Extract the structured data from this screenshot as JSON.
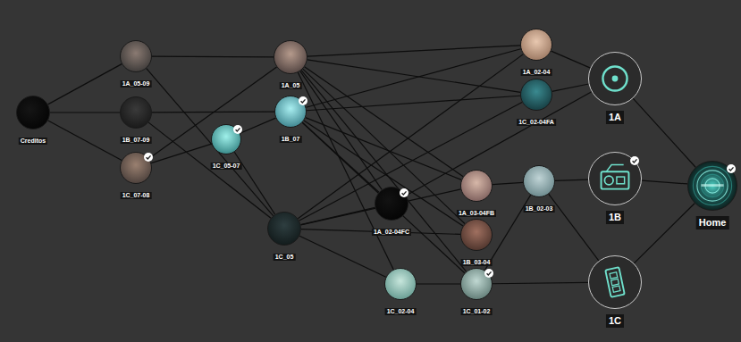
{
  "diagram": {
    "nodes": [
      {
        "text": [
          "Creditos"
        ]
      },
      {
        "text": [
          "1A_05-09"
        ]
      },
      {
        "text": [
          "1B_07-09"
        ]
      },
      {
        "text": [
          "1C_07-08"
        ]
      },
      {
        "text": [
          "1C_05-07"
        ]
      },
      {
        "text": [
          "1A_05"
        ]
      },
      {
        "text": [
          "1B_07"
        ]
      },
      {
        "text": [
          "1C_05"
        ]
      },
      {
        "text": [
          "1A_02-04FC"
        ]
      },
      {
        "text": [
          "1C_02-04"
        ]
      },
      {
        "text": [
          "1A_03-04FB"
        ]
      },
      {
        "text": [
          "1B_03-04"
        ]
      },
      {
        "text": [
          "1C_01-02"
        ]
      },
      {
        "text": [
          "1A_02-04"
        ]
      },
      {
        "text": [
          "1C_02-04FA"
        ]
      },
      {
        "text": [
          "1B_02-03"
        ]
      },
      {
        "text": [
          "1A"
        ]
      },
      {
        "text": [
          "1B"
        ]
      },
      {
        "text": [
          "1C"
        ]
      },
      {
        "text": [
          "Home"
        ]
      }
    ],
    "edges": [
      {
        "from": 0,
        "to": 1,
        "arrow": "none"
      },
      {
        "from": 0,
        "to": 2,
        "arrow": "none"
      },
      {
        "from": 0,
        "to": 3,
        "arrow": "none"
      },
      {
        "from": 1,
        "to": 5,
        "arrow": "none"
      },
      {
        "from": 1,
        "to": 7,
        "arrow": "none"
      },
      {
        "from": 2,
        "to": 6,
        "arrow": "none"
      },
      {
        "from": 2,
        "to": 7,
        "arrow": "none"
      },
      {
        "from": 3,
        "to": 4,
        "arrow": "none"
      },
      {
        "from": 3,
        "to": 5,
        "arrow": "none"
      },
      {
        "from": 4,
        "to": 6,
        "arrow": "none"
      },
      {
        "from": 4,
        "to": 7,
        "arrow": "none"
      },
      {
        "from": 5,
        "to": 13,
        "arrow": "none"
      },
      {
        "from": 5,
        "to": 14,
        "arrow": "none"
      },
      {
        "from": 5,
        "to": 10,
        "arrow": "none"
      },
      {
        "from": 5,
        "to": 11,
        "arrow": "none"
      },
      {
        "from": 5,
        "to": 12,
        "arrow": "none"
      },
      {
        "from": 5,
        "to": 9,
        "arrow": "none"
      },
      {
        "from": 5,
        "to": 8,
        "arrow": "none"
      },
      {
        "from": 6,
        "to": 13,
        "arrow": "none"
      },
      {
        "from": 6,
        "to": 14,
        "arrow": "none"
      },
      {
        "from": 6,
        "to": 10,
        "arrow": "none"
      },
      {
        "from": 6,
        "to": 11,
        "arrow": "none"
      },
      {
        "from": 6,
        "to": 12,
        "arrow": "none"
      },
      {
        "from": 6,
        "to": 8,
        "arrow": "none"
      },
      {
        "from": 7,
        "to": 13,
        "arrow": "none"
      },
      {
        "from": 7,
        "to": 14,
        "arrow": "none"
      },
      {
        "from": 7,
        "to": 10,
        "arrow": "none"
      },
      {
        "from": 7,
        "to": 11,
        "arrow": "none"
      },
      {
        "from": 7,
        "to": 9,
        "arrow": "none"
      },
      {
        "from": 7,
        "to": 8,
        "arrow": "none"
      },
      {
        "from": 8,
        "to": 16,
        "arrow": "none"
      },
      {
        "from": 9,
        "to": 12,
        "arrow": "none"
      },
      {
        "from": 10,
        "to": 15,
        "arrow": "none"
      },
      {
        "from": 12,
        "to": 15,
        "arrow": "none"
      },
      {
        "from": 12,
        "to": 18,
        "arrow": "none"
      },
      {
        "from": 13,
        "to": 16,
        "arrow": "none"
      },
      {
        "from": 14,
        "to": 16,
        "arrow": "none"
      },
      {
        "from": 15,
        "to": 17,
        "arrow": "none"
      },
      {
        "from": 15,
        "to": 18,
        "arrow": "none"
      },
      {
        "from": 16,
        "to": 19,
        "arrow": "none"
      },
      {
        "from": 17,
        "to": 19,
        "arrow": "none"
      },
      {
        "from": 18,
        "to": 19,
        "arrow": "none"
      }
    ]
  }
}
